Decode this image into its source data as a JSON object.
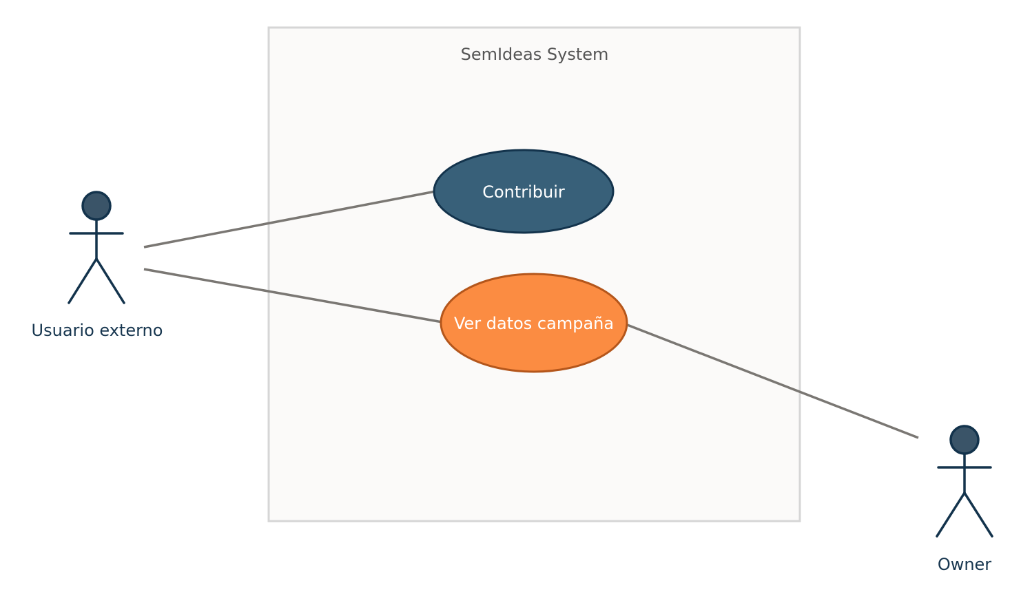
{
  "system": {
    "title": "SemIdeas System",
    "fill": "#fbfaf9",
    "border": "#d6d6d6"
  },
  "actors": [
    {
      "name": "Usuario externo",
      "color": "#13334c",
      "head_fill": "#3a5468"
    },
    {
      "name": "Owner",
      "color": "#13334c",
      "head_fill": "#3a5468"
    }
  ],
  "use_cases": [
    {
      "label": "Contribuir",
      "fill": "#386079",
      "stroke": "#13334c"
    },
    {
      "label": "Ver datos campaña",
      "fill": "#fb8c42",
      "stroke": "#b4561b"
    }
  ],
  "associations": [
    {
      "from": "Usuario externo",
      "to": "Contribuir"
    },
    {
      "from": "Usuario externo",
      "to": "Ver datos campaña"
    },
    {
      "from": "Owner",
      "to": "Ver datos campaña"
    }
  ],
  "connector_color": "#7a7773"
}
